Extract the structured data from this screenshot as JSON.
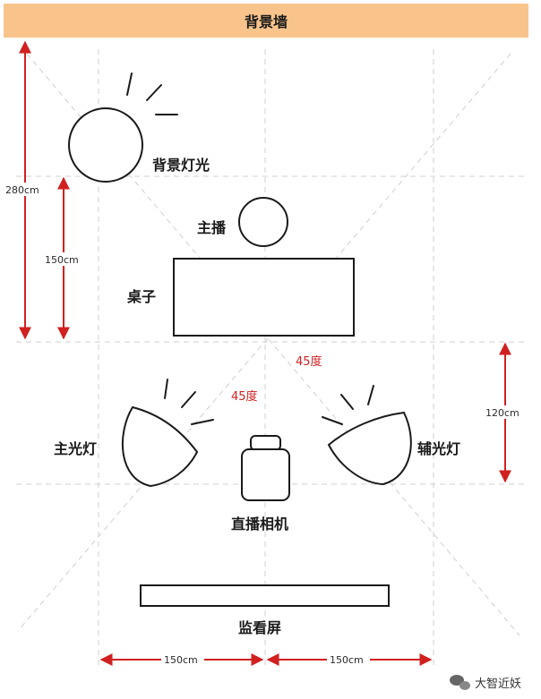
{
  "wall": {
    "label": "背景墙"
  },
  "labels": {
    "background_light": "背景灯光",
    "host": "主播",
    "table": "桌子",
    "key_light": "主光灯",
    "fill_light": "辅光灯",
    "camera": "直播相机",
    "monitor": "监看屏"
  },
  "angles": {
    "upper": "45度",
    "lower": "45度"
  },
  "dimensions": {
    "wall_to_front": "280cm",
    "wall_to_table": "150cm",
    "light_depth": "120cm",
    "bottom_left": "150cm",
    "bottom_right": "150cm"
  },
  "watermark": {
    "text": "大智近妖",
    "icon": "wechat-icon"
  },
  "colors": {
    "wall_fill": "#F9C48C",
    "dimension_arrow": "#D12020",
    "angle_text": "#D12020",
    "guide_line": "#CFCFCF",
    "outline": "#1A1A1A"
  }
}
